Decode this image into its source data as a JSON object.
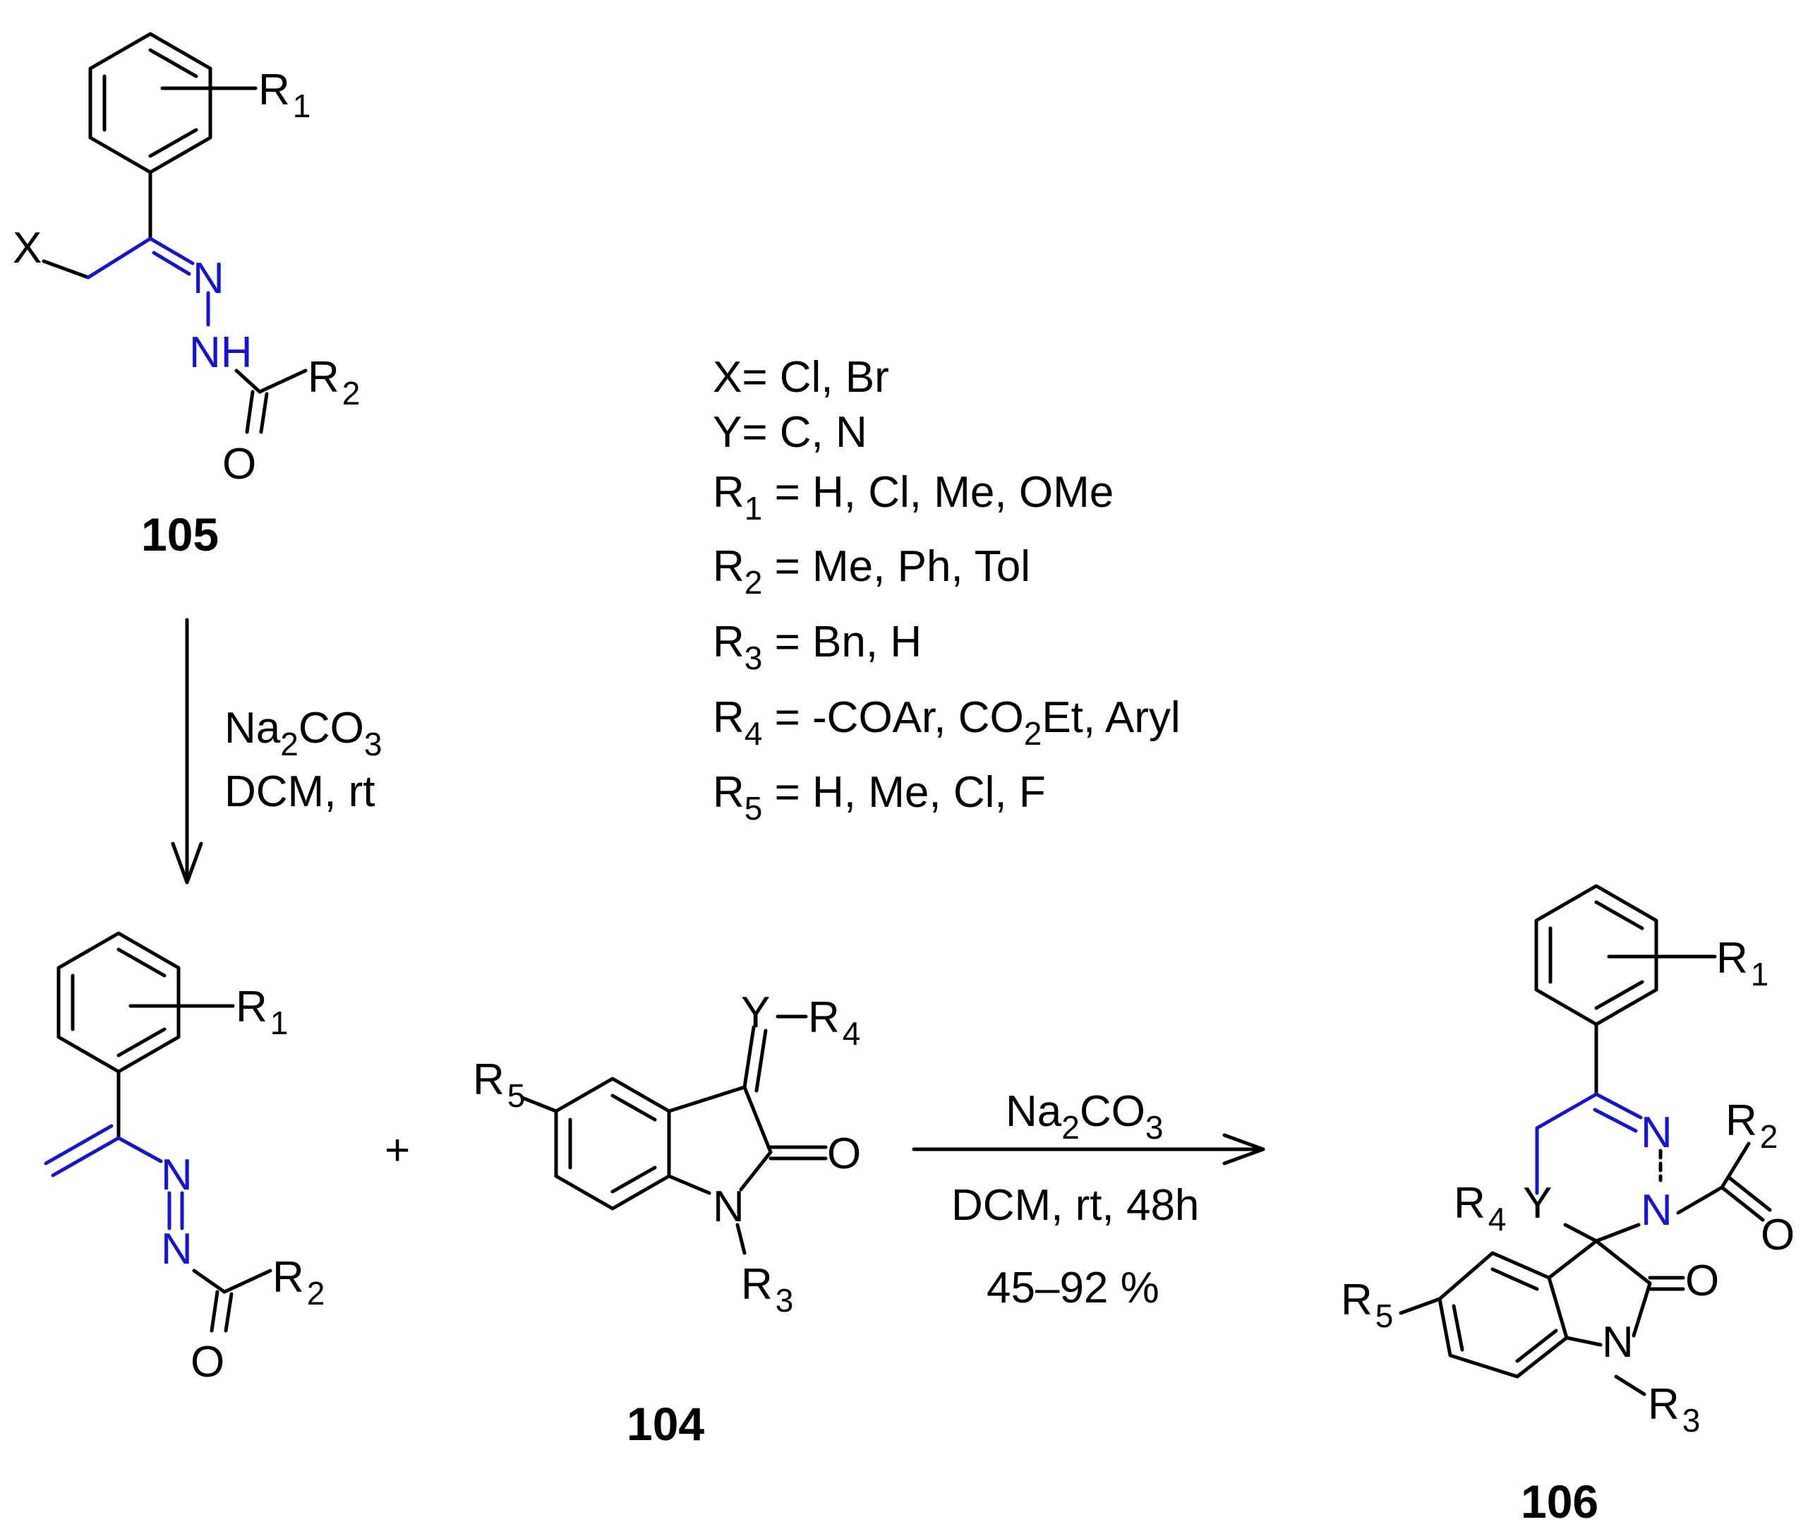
{
  "colors": {
    "bond": "#000000",
    "highlight": "#1414d8",
    "background": "#ffffff"
  },
  "compounds": {
    "c105": {
      "number": "105",
      "X": "X",
      "N": "N",
      "NH": "NH",
      "R1": "R",
      "R1_sub": "1",
      "R2": "R",
      "R2_sub": "2",
      "O": "O"
    },
    "azoalkene": {
      "R1": "R",
      "R1_sub": "1",
      "N1": "N",
      "N2": "N",
      "R2": "R",
      "R2_sub": "2",
      "O": "O"
    },
    "c104": {
      "number": "104",
      "Y": "Y",
      "R4": "R",
      "R4_sub": "4",
      "R5": "R",
      "R5_sub": "5",
      "O": "O",
      "N": "N",
      "R3": "R",
      "R3_sub": "3"
    },
    "c106": {
      "number": "106",
      "R1": "R",
      "R1_sub": "1",
      "N1": "N",
      "N2": "N",
      "R2": "R",
      "R2_sub": "2",
      "O1": "O",
      "R4": "R",
      "R4_sub": "4",
      "Y": "Y",
      "O2": "O",
      "R5": "R",
      "R5_sub": "5",
      "N3": "N",
      "R3": "R",
      "R3_sub": "3"
    }
  },
  "plus": "+",
  "step1": {
    "reagent_a": "Na",
    "reagent_a_sub": "2",
    "reagent_b": "CO",
    "reagent_b_sub": "3",
    "conditions": "DCM, rt"
  },
  "step2": {
    "reagent_a": "Na",
    "reagent_a_sub": "2",
    "reagent_b": "CO",
    "reagent_b_sub": "3",
    "conditions": "DCM, rt, 48h",
    "yield": "45–92 %"
  },
  "legend": {
    "x_line": "X= Cl, Br",
    "y_line": "Y= C, N",
    "r1": {
      "label": "R",
      "sub": "1",
      "text": " = H, Cl, Me, OMe"
    },
    "r2": {
      "label": "R",
      "sub": "2",
      "text": " = Me, Ph, Tol"
    },
    "r3": {
      "label": "R",
      "sub": "3",
      "text": " = Bn, H"
    },
    "r4": {
      "label": "R",
      "sub": "4",
      "text_a": " = -COAr, CO",
      "sub2": "2",
      "text_b": "Et, Aryl"
    },
    "r5": {
      "label": "R",
      "sub": "5",
      "text": " = H, Me, Cl, F"
    }
  }
}
